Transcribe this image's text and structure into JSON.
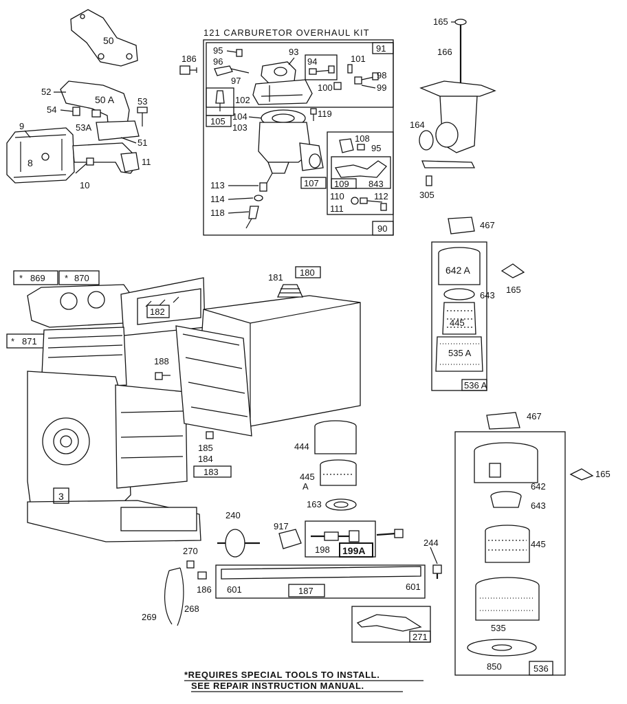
{
  "title": "121 CARBURETOR OVERHAUL KIT",
  "note": {
    "line1": "*REQUIRES SPECIAL TOOLS TO INSTALL.",
    "line2": "SEE REPAIR INSTRUCTION MANUAL."
  },
  "labels": {
    "l50": "50",
    "l50a": "50 A",
    "l52": "52",
    "l53": "53",
    "l54": "54",
    "l53a": "53A",
    "l9": "9",
    "l8": "8",
    "l51": "51",
    "l11": "11",
    "l10": "10",
    "l186a": "186",
    "l95a": "95",
    "l96": "96",
    "l97": "97",
    "l93": "93",
    "l91": "91",
    "l94": "94",
    "l101": "101",
    "l98": "98",
    "l100": "100",
    "l99": "99",
    "l102": "102",
    "l105": "105",
    "l104": "104",
    "l103": "103",
    "l119": "119",
    "l108": "108",
    "l95b": "95",
    "l107": "107",
    "l109": "109",
    "l843": "843",
    "l113": "113",
    "l114": "114",
    "l118": "118",
    "l110": "110",
    "l111": "111",
    "l112": "112",
    "l90": "90",
    "l165a": "165",
    "l166": "166",
    "l164": "164",
    "l305": "305",
    "l467a": "467",
    "l642a": "642 A",
    "l643a": "643",
    "l165b": "165",
    "l445a": "445",
    "l535a": "535 A",
    "l536a": "536 A",
    "l869": "869",
    "l870": "870",
    "l871": "871",
    "star": "*",
    "l181": "181",
    "l180": "180",
    "l182": "182",
    "l188": "188",
    "l185": "185",
    "l184": "184",
    "l183": "183",
    "l3": "3",
    "l444": "444",
    "l445b": "445",
    "l445bA": "A",
    "l163": "163",
    "l240": "240",
    "l917": "917",
    "l198": "198",
    "l199a": "199A",
    "l244": "244",
    "l270": "270",
    "l186b": "186",
    "l601a": "601",
    "l187": "187",
    "l601b": "601",
    "l269": "269",
    "l268": "268",
    "l271": "271",
    "l467b": "467",
    "l165c": "165",
    "l642b": "642",
    "l643b": "643",
    "l445c": "445",
    "l535": "535",
    "l850": "850",
    "l536": "536"
  }
}
